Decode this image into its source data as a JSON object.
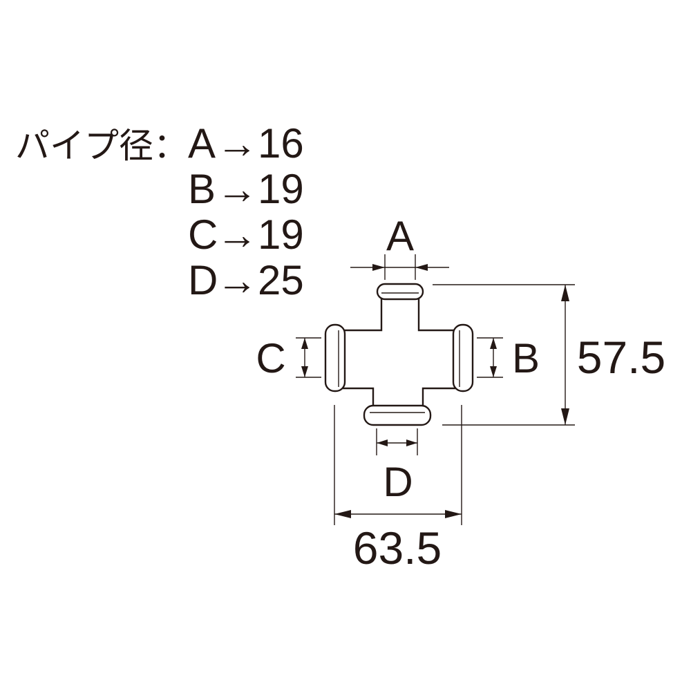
{
  "legend": {
    "title": "パイプ径：",
    "rows": [
      {
        "key": "A",
        "value": "→16"
      },
      {
        "key": "B",
        "value": "→19"
      },
      {
        "key": "C",
        "value": "→19"
      },
      {
        "key": "D",
        "value": "→25"
      }
    ]
  },
  "dimensions": {
    "label_a": "A",
    "label_b": "B",
    "label_c": "C",
    "label_d": "D",
    "height": "57.5",
    "width": "63.5"
  },
  "colors": {
    "ink": "#231815",
    "background": "#ffffff"
  }
}
